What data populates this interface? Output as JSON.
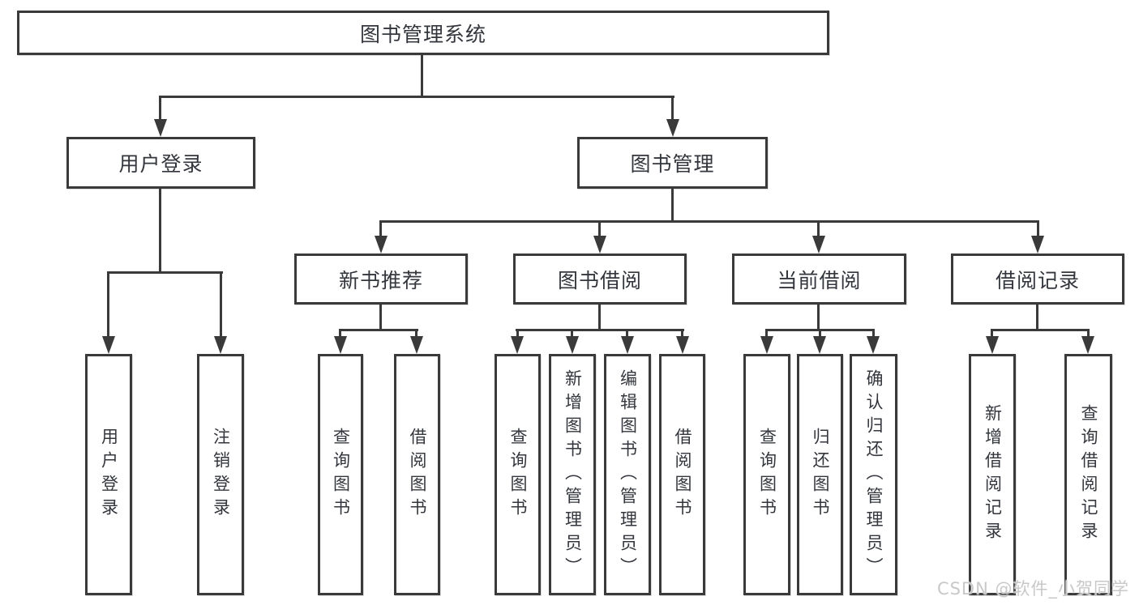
{
  "diagram": {
    "type": "hierarchy",
    "background_color": "#ffffff",
    "line_color": "#3a3a3a",
    "text_color": "#33363c",
    "watermark_color": "#c8c8c8",
    "tree": {
      "label": "图书管理系统",
      "children": [
        {
          "label": "用户登录",
          "children": [
            {
              "label": "用户登录"
            },
            {
              "label": "注销登录"
            }
          ]
        },
        {
          "label": "图书管理",
          "children": [
            {
              "label": "新书推荐",
              "children": [
                {
                  "label": "查询图书"
                },
                {
                  "label": "借阅图书"
                }
              ]
            },
            {
              "label": "图书借阅",
              "children": [
                {
                  "label": "查询图书"
                },
                {
                  "label": "新增图书（管理员）"
                },
                {
                  "label": "编辑图书（管理员）"
                },
                {
                  "label": "借阅图书"
                }
              ]
            },
            {
              "label": "当前借阅",
              "children": [
                {
                  "label": "查询图书"
                },
                {
                  "label": "归还图书"
                },
                {
                  "label": "确认归还（管理员）"
                }
              ]
            },
            {
              "label": "借阅记录",
              "children": [
                {
                  "label": "新增借阅记录"
                },
                {
                  "label": "查询借阅记录"
                }
              ]
            }
          ]
        }
      ]
    },
    "watermark": "CSDN @软件_小贺同学"
  }
}
